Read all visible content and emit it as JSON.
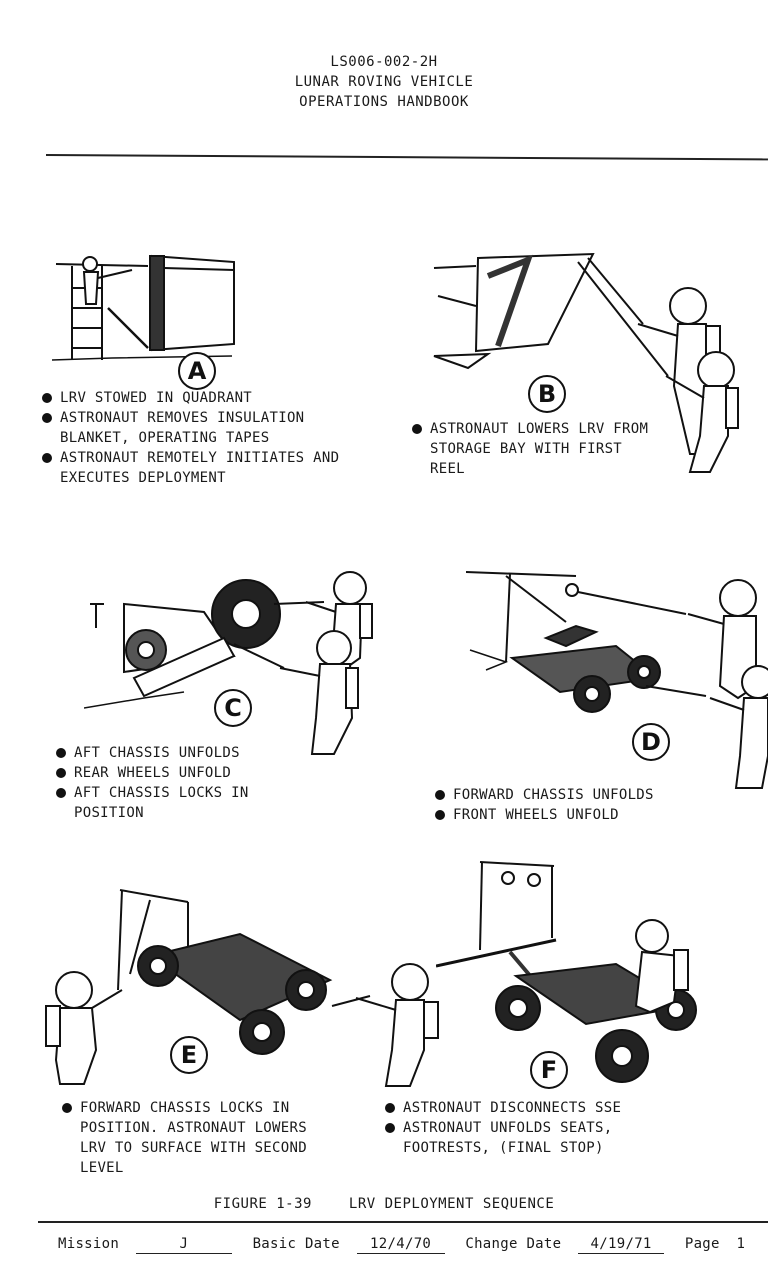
{
  "header": {
    "doc_number": "LS006-002-2H",
    "title_line1": "LUNAR ROVING VEHICLE",
    "title_line2": "OPERATIONS HANDBOOK"
  },
  "panels": {
    "a": {
      "letter": "A",
      "bullets": [
        "LRV STOWED IN QUADRANT",
        "ASTRONAUT REMOVES INSULATION BLANKET, OPERATING TAPES",
        "ASTRONAUT REMOTELY INITIATES AND EXECUTES DEPLOYMENT"
      ]
    },
    "b": {
      "letter": "B",
      "bullets": [
        "ASTRONAUT LOWERS LRV FROM STORAGE BAY WITH FIRST REEL"
      ]
    },
    "c": {
      "letter": "C",
      "bullets": [
        "AFT CHASSIS UNFOLDS",
        "REAR WHEELS UNFOLD",
        "AFT CHASSIS LOCKS IN POSITION"
      ]
    },
    "d": {
      "letter": "D",
      "bullets": [
        "FORWARD CHASSIS UNFOLDS",
        "FRONT WHEELS UNFOLD"
      ]
    },
    "e": {
      "letter": "E",
      "bullets": [
        "FORWARD CHASSIS LOCKS IN POSITION.  ASTRONAUT LOWERS LRV TO SURFACE WITH SECOND LEVEL"
      ]
    },
    "f": {
      "letter": "F",
      "bullets": [
        "ASTRONAUT DISCONNECTS SSE",
        "ASTRONAUT UNFOLDS SEATS, FOOTRESTS, (FINAL STOP)"
      ]
    }
  },
  "caption": {
    "figure": "FIGURE 1-39",
    "title": "LRV DEPLOYMENT SEQUENCE"
  },
  "footer": {
    "mission_label": "Mission",
    "mission_value": "J",
    "basic_date_label": "Basic Date",
    "basic_date_value": "12/4/70",
    "change_date_label": "Change Date",
    "change_date_value": "4/19/71",
    "page_label": "Page",
    "page_value": "1"
  }
}
